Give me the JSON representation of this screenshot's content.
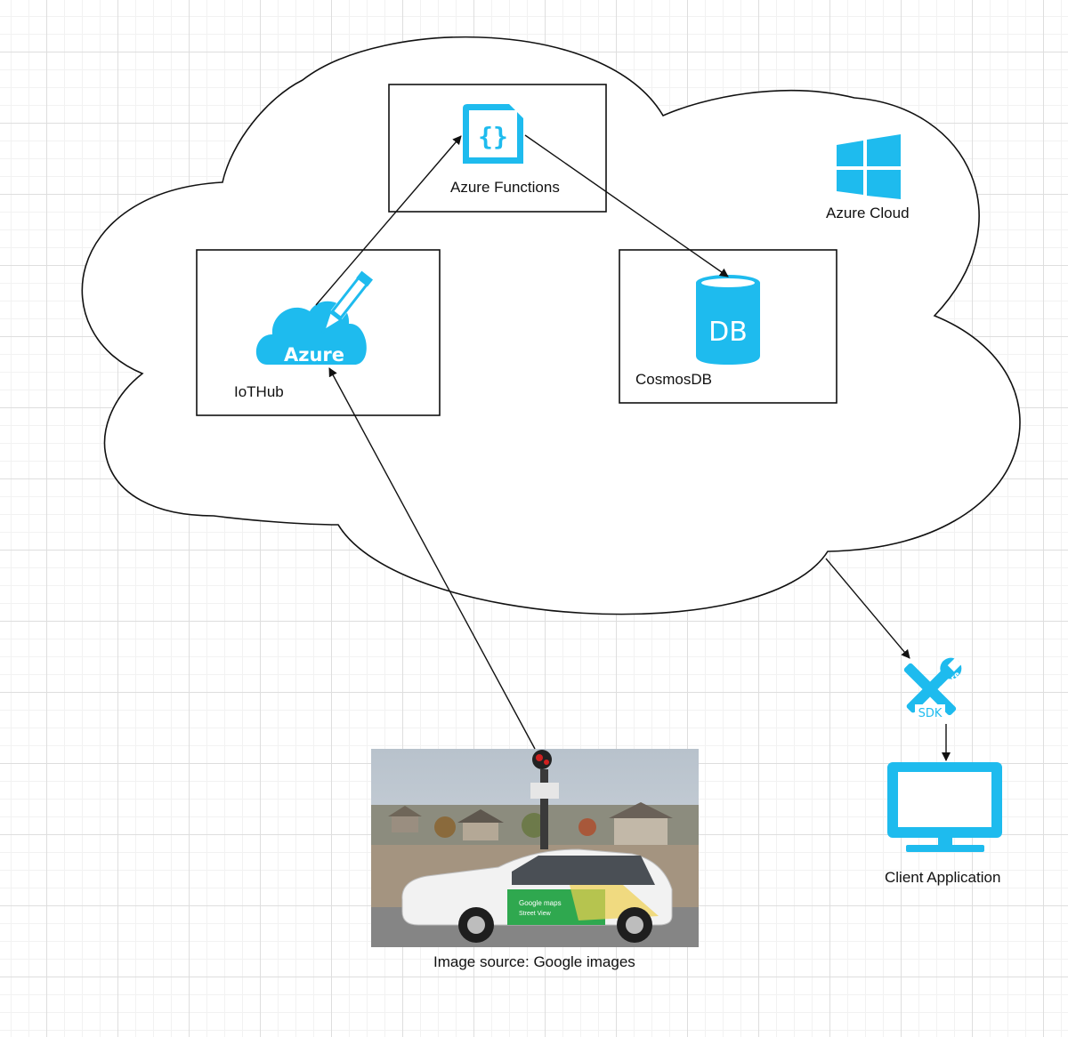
{
  "diagram": {
    "cloud_label": "Azure Cloud",
    "nodes": {
      "functions": {
        "label": "Azure Functions",
        "icon": "azure-functions-icon"
      },
      "iothub": {
        "label": "IoTHub",
        "icon": "azure-cloud-pencil-icon",
        "badge": "Azure"
      },
      "cosmosdb": {
        "label": "CosmosDB",
        "icon": "database-icon",
        "badge": "DB"
      },
      "sdk": {
        "icon": "azure-sdk-tools-icon",
        "badge_sdk": "SDK",
        "badge_azure": "Azure"
      },
      "client": {
        "label": "Client Application",
        "icon": "monitor-icon"
      },
      "car": {
        "caption": "Image source: Google images",
        "car_text_1": "Google maps",
        "car_text_2": "Street View"
      }
    },
    "edges": [
      {
        "from": "iothub",
        "to": "functions"
      },
      {
        "from": "functions",
        "to": "cosmosdb"
      },
      {
        "from": "car",
        "to": "iothub"
      },
      {
        "from": "cloud",
        "to": "sdk"
      },
      {
        "from": "sdk",
        "to": "client"
      }
    ],
    "colors": {
      "accent": "#1ebbee",
      "line": "#111111"
    }
  }
}
